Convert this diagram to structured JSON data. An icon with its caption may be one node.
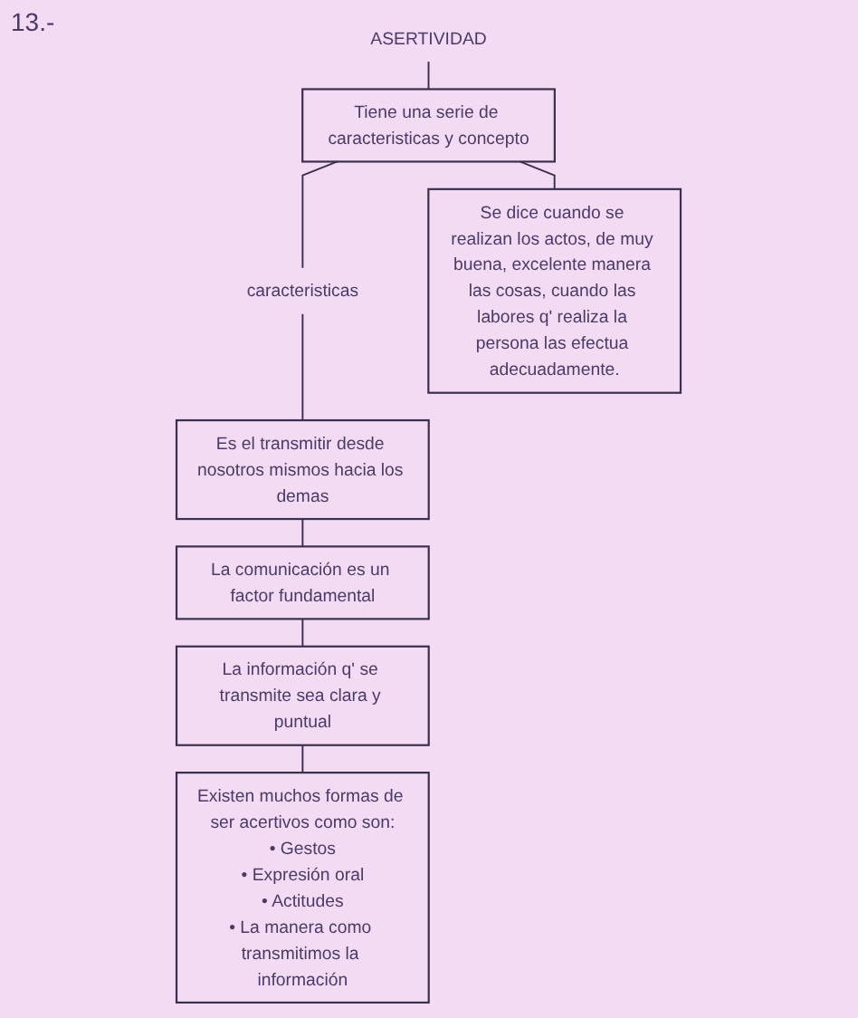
{
  "diagram": {
    "nodes": [
      {
        "text": [
          "ASERTIVIDAD"
        ]
      },
      {
        "text": [
          "Tiene una serie de caracteristicas y concepto"
        ]
      },
      {
        "text": [
          "caracteristicas"
        ]
      },
      {
        "text": [
          "Se dice cuando se realizan los actos, de muy buena, excelente manera las cosas, cuando las labores q' realiza la persona las efectua adecuadamente."
        ]
      },
      {
        "text": [
          "Es el transmitir desde nosotros mismos hacia los demas"
        ]
      },
      {
        "text": [
          "La comunicación es un factor fundamental"
        ]
      },
      {
        "text": [
          "La información q' se transmite sea clara y puntual"
        ]
      },
      {
        "text": [
          "Existen muchos formas de ser acertivos como son:",
          "• Gestos",
          "• Expresión oral",
          "• Actitudes",
          "• La manera como transmitimos la información"
        ]
      }
    ],
    "edges": [
      {
        "from": 0,
        "to": 1,
        "arrow": "none"
      },
      {
        "from": 1,
        "to": 2,
        "arrow": "none"
      },
      {
        "from": 1,
        "to": 3,
        "arrow": "none"
      },
      {
        "from": 2,
        "to": 4,
        "arrow": "none"
      },
      {
        "from": 4,
        "to": 5,
        "arrow": "none"
      },
      {
        "from": 5,
        "to": 6,
        "arrow": "none"
      },
      {
        "from": 6,
        "to": 7,
        "arrow": "none"
      }
    ],
    "labels": [
      "13.-"
    ]
  }
}
